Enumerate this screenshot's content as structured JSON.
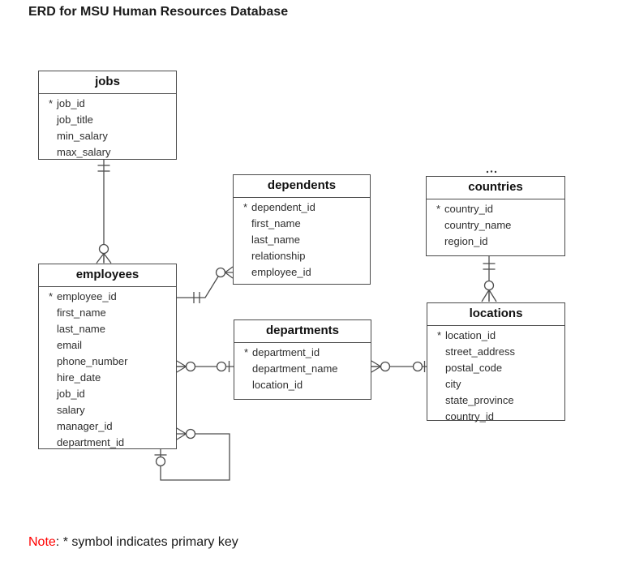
{
  "title": "ERD for MSU Human Resources Database",
  "note": {
    "label": "Note",
    "text": ": * symbol indicates primary key"
  },
  "colors": {
    "line": "#4d4d4d",
    "border": "#4a4a4a",
    "note_label": "#ff0000",
    "text": "#2e2e2e"
  },
  "entities": {
    "jobs": {
      "name": "jobs",
      "attributes": [
        {
          "pk": "*",
          "name": "job_id"
        },
        {
          "name": "job_title"
        },
        {
          "name": "min_salary"
        },
        {
          "name": "max_salary"
        }
      ]
    },
    "dependents": {
      "name": "dependents",
      "attributes": [
        {
          "pk": "*",
          "name": "dependent_id"
        },
        {
          "name": "first_name"
        },
        {
          "name": "last_name"
        },
        {
          "name": "relationship"
        },
        {
          "name": "employee_id"
        }
      ]
    },
    "countries": {
      "name": "countries",
      "attributes": [
        {
          "pk": "*",
          "name": "country_id"
        },
        {
          "name": "country_name"
        },
        {
          "name": "region_id"
        }
      ]
    },
    "employees": {
      "name": "employees",
      "attributes": [
        {
          "pk": "*",
          "name": "employee_id"
        },
        {
          "name": "first_name"
        },
        {
          "name": "last_name"
        },
        {
          "name": "email"
        },
        {
          "name": "phone_number"
        },
        {
          "name": "hire_date"
        },
        {
          "name": "job_id"
        },
        {
          "name": "salary"
        },
        {
          "name": "manager_id"
        },
        {
          "name": "department_id"
        }
      ]
    },
    "departments": {
      "name": "departments",
      "attributes": [
        {
          "pk": "*",
          "name": "department_id"
        },
        {
          "name": "department_name"
        },
        {
          "name": "location_id"
        }
      ]
    },
    "locations": {
      "name": "locations",
      "attributes": [
        {
          "pk": "*",
          "name": "location_id"
        },
        {
          "name": "street_address"
        },
        {
          "name": "postal_code"
        },
        {
          "name": "city"
        },
        {
          "name": "state_province"
        },
        {
          "name": "country_id"
        }
      ]
    }
  },
  "relationships": [
    {
      "from": "jobs",
      "to": "employees",
      "from_cardinality": "one-and-only-one",
      "to_cardinality": "zero-or-many"
    },
    {
      "from": "employees",
      "to": "dependents",
      "from_cardinality": "one-and-only-one",
      "to_cardinality": "zero-or-many"
    },
    {
      "from": "departments",
      "to": "employees",
      "from_cardinality": "zero-or-one",
      "to_cardinality": "zero-or-many"
    },
    {
      "from": "locations",
      "to": "departments",
      "from_cardinality": "zero-or-one",
      "to_cardinality": "zero-or-many"
    },
    {
      "from": "countries",
      "to": "locations",
      "from_cardinality": "one-and-only-one",
      "to_cardinality": "zero-or-many"
    },
    {
      "from": "employees",
      "to": "employees",
      "from_cardinality": "zero-or-one",
      "to_cardinality": "zero-or-many",
      "kind": "self-reference"
    }
  ]
}
